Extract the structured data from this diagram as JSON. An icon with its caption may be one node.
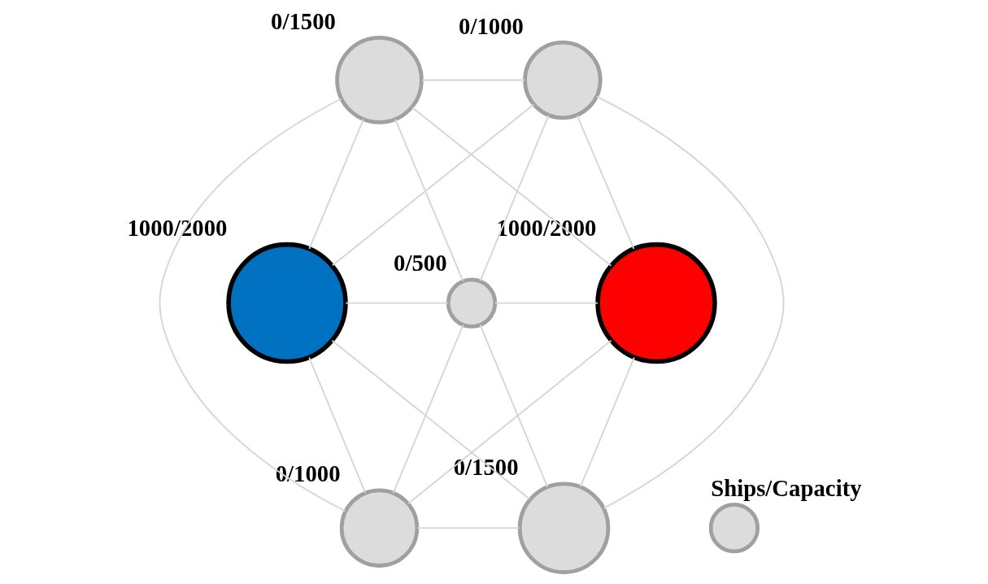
{
  "diagram": {
    "nodes": [
      {
        "text": [],
        "shape": "circle",
        "beside": [
          "0/1500"
        ]
      },
      {
        "text": [],
        "shape": "circle",
        "beside": [
          "0/1000"
        ]
      },
      {
        "text": [],
        "shape": "circle",
        "beside": [
          "1000/2000"
        ]
      },
      {
        "text": [],
        "shape": "circle",
        "beside": [
          "0/500"
        ]
      },
      {
        "text": [],
        "shape": "circle",
        "beside": [
          "1000/2000"
        ]
      },
      {
        "text": [],
        "shape": "circle",
        "beside": [
          "0/1000"
        ]
      },
      {
        "text": [],
        "shape": "circle",
        "beside": [
          "0/1500"
        ]
      },
      {
        "text": [],
        "shape": "circle",
        "beside": [
          "Ships/Capacity"
        ]
      }
    ],
    "edges": [
      {
        "from": 0,
        "to": 1,
        "arrow": "none"
      },
      {
        "from": 0,
        "to": 2,
        "arrow": "none"
      },
      {
        "from": 0,
        "to": 4,
        "arrow": "none"
      },
      {
        "from": 0,
        "to": 3,
        "arrow": "none"
      },
      {
        "from": 0,
        "to": 5,
        "arrow": "none"
      },
      {
        "from": 1,
        "to": 2,
        "arrow": "none"
      },
      {
        "from": 1,
        "to": 3,
        "arrow": "none"
      },
      {
        "from": 1,
        "to": 4,
        "arrow": "none"
      },
      {
        "from": 1,
        "to": 6,
        "arrow": "none"
      },
      {
        "from": 2,
        "to": 3,
        "arrow": "none"
      },
      {
        "from": 2,
        "to": 5,
        "arrow": "none"
      },
      {
        "from": 2,
        "to": 6,
        "arrow": "none"
      },
      {
        "from": 3,
        "to": 4,
        "arrow": "none"
      },
      {
        "from": 3,
        "to": 5,
        "arrow": "none"
      },
      {
        "from": 3,
        "to": 6,
        "arrow": "none"
      },
      {
        "from": 4,
        "to": 5,
        "arrow": "none"
      },
      {
        "from": 4,
        "to": 6,
        "arrow": "none"
      },
      {
        "from": 5,
        "to": 6,
        "arrow": "none"
      }
    ]
  }
}
